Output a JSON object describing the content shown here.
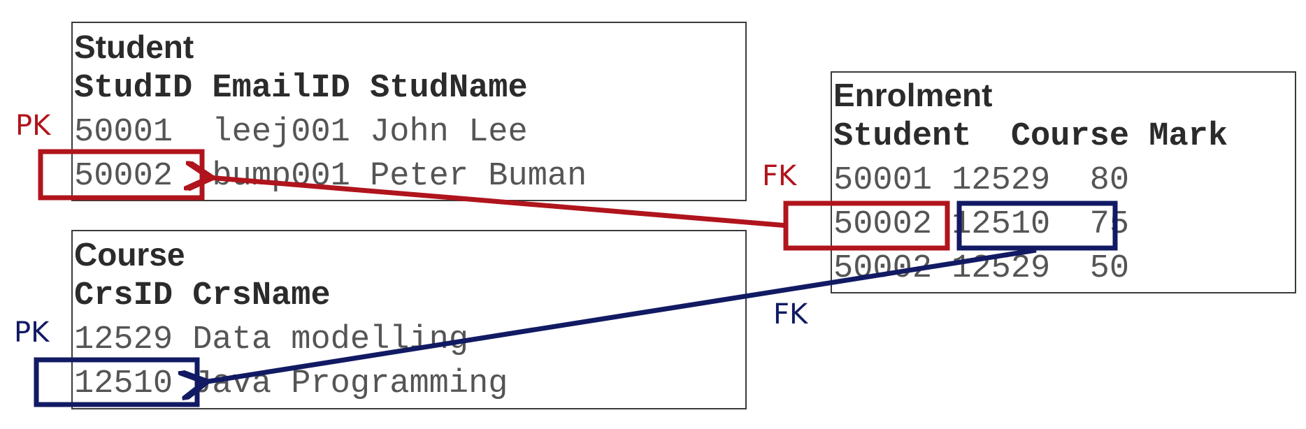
{
  "student": {
    "title": "Student",
    "header": "StudID EmailID StudName",
    "rows": [
      "50001  leej001 John Lee",
      "50002  bump001 Peter Buman"
    ]
  },
  "course": {
    "title": "Course",
    "header": "CrsID CrsName",
    "rows": [
      "12529 Data modelling",
      "12510 Java Programming"
    ]
  },
  "enrolment": {
    "title": "Enrolment",
    "header": "Student  Course Mark",
    "rows": [
      "50001 12529  80",
      "50002 12510  75",
      "50002 12529  50"
    ]
  },
  "labels": {
    "student_pk": "PK",
    "course_pk": "PK",
    "enrol_student_fk": "FK",
    "enrol_course_fk": "FK"
  },
  "colors": {
    "student_link": "#b0141c",
    "course_link": "#111a63"
  }
}
